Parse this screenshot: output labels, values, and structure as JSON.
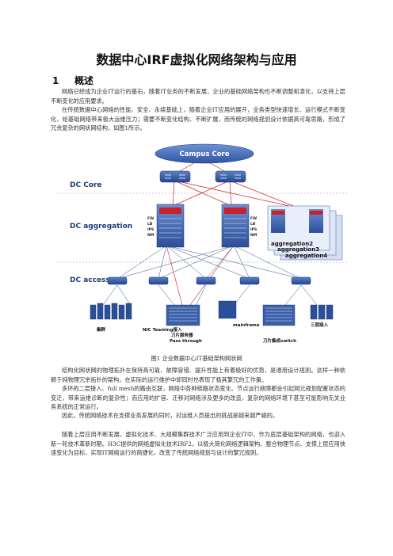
{
  "document": {
    "title": "数据中心IRF虚拟化网络架构与应用",
    "section": {
      "number": "1",
      "title": "概述"
    },
    "paragraphs": [
      "网络已经成为企业IT运行的基石，随着IT业务的不断发展，企业的基础网络架构也不断调整和演化，以支持上层不断变化的应用要求。",
      "在传统数据中心网络的性能、安全、永续基础上，随着企业IT应用的展开，业务类型快速增长、运行模式不断变化，给基础网络带来极大运维压力；需要不断变化结构、不断扩展，而传统的网络规划设计依据高可靠思路，形成了冗余复杂的网状网结构，如图1所示。",
      "结构化网状网的物理拓扑在保持高可靠、故障容错、提升性能上有着极好的优势，是通用设计规则。这样一种依赖于纯物理冗余拓扑的架构，在实际的运行维护中却同时也表现了极其繁冗的工作量。",
      "多环的二层接入、full mesh的路由互联，网络中各种链路状态变化、节点运行故障都会引起网元规划配置状态的变迁，带来运维诊断的复杂性；而应用的扩容、迁移对网络涉及更多的改造，复杂的网络环境下甚至可能影响无关业务系统的正常运行。",
      "因此，传统网络技术在支撑业务发展的同时，对运维人员提出的挑战是越来越严峻的。",
      "随着上层应用不断发展，虚拟化技术、大规模集群技术广泛应用到企业IT中，作为底层基础架构的网络，也迎入新一轮技术革新时期。H3C提供的网络虚拟化技术IRF2，以极大简化网络逻辑架构、整合物理节点、支撑上层应用快速变化为目标，实现IT网络运行的简捷化，改变了传统网络规划与设计的繁冗规则。"
    ],
    "figure_caption": "图1  企业数据中心IT基础架构网状网"
  },
  "diagram": {
    "campus_core": "Campus Core",
    "layers": [
      "DC Core",
      "DC aggregation",
      "DC access"
    ],
    "aggregation_stack": [
      "aggregation2",
      "aggregation3",
      "aggregation4"
    ],
    "module_labels": [
      "FW",
      "LB",
      "IPS",
      "NM"
    ],
    "annotations": {
      "cluster": "集群",
      "nic_teaming": "NIC Teaming接入",
      "blade_server_1": "刀片服务器",
      "blade_server_2": "Pass through",
      "mainframe": "mainframe",
      "blade_switch": "刀片集成switch",
      "layer3_access": "三层接入"
    },
    "colors": {
      "switch_blue": "#2f5fa8",
      "core_cloud": "#3f66b4",
      "link_red": "#c9202a"
    }
  }
}
